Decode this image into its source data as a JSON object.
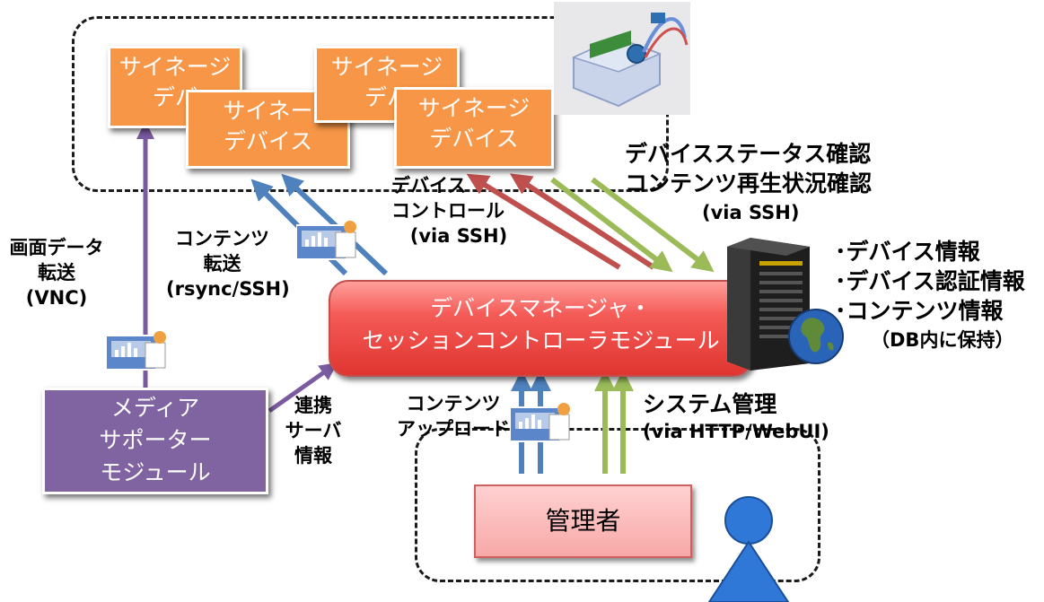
{
  "devices": {
    "box1": [
      "サイネージ",
      "デバ"
    ],
    "box2": [
      "サイネー",
      "デバイス"
    ],
    "box3": [
      "サイネージ",
      "デバ"
    ],
    "box4": [
      "サイネージ",
      "デバイス"
    ]
  },
  "manager": [
    "デバイスマネージャ・",
    "セッションコントローラモジュール"
  ],
  "media": [
    "メディア",
    "サポーター",
    "モジュール"
  ],
  "admin": "管理者",
  "labels": {
    "screen_transfer": [
      "画面データ",
      "転送",
      "(VNC)"
    ],
    "content_transfer": [
      "コンテンツ",
      "転送",
      "(rsync/SSH)"
    ],
    "device_control": [
      "デバイス",
      "コントロール",
      "(via SSH)"
    ],
    "status_check": [
      "デバイスステータス確認",
      "コンテンツ再生状況確認",
      "(via SSH)"
    ],
    "db_info": [
      "･デバイス情報",
      "･デバイス認証情報",
      "･コンテンツ情報",
      "（DB内に保持）"
    ],
    "linked_server": [
      "連携",
      "サーバ",
      "情報"
    ],
    "content_upload": [
      "コンテンツ",
      "アップロード"
    ],
    "system_admin": [
      "システム管理",
      "(via HTTP/WebUI)"
    ]
  },
  "colors": {
    "device_orange": "#f79646",
    "media_purple": "#8064a2",
    "manager_red": "#e03530",
    "admin_pink": "#f7a9a8",
    "arrow_purple": "#7b5ba0",
    "arrow_blue": "#4f81bd",
    "arrow_red": "#c0504d",
    "arrow_green": "#9bbb59",
    "person_blue": "#2f78d8"
  },
  "icons": [
    "device-photo",
    "server-icon",
    "globe-icon",
    "content-image-icon",
    "person-icon"
  ]
}
